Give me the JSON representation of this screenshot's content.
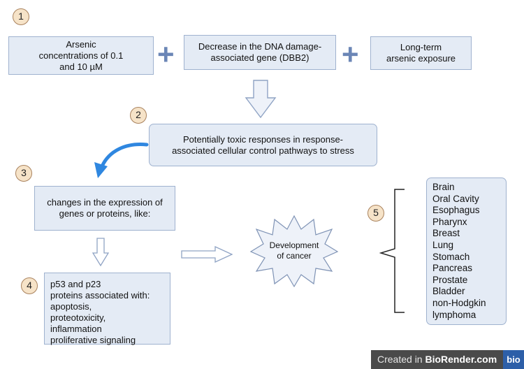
{
  "steps": [
    "1",
    "2",
    "3",
    "4",
    "5"
  ],
  "inputs": {
    "arsenic_conc": [
      "Arsenic",
      "concentrations of 0.1",
      "and 10 µM"
    ],
    "dbb2": [
      "Decrease in the DNA damage-",
      "associated gene (DBB2)"
    ],
    "long_term": [
      "Long-term",
      "arsenic exposure"
    ]
  },
  "plus_symbol": "+",
  "responses": [
    "Potentially toxic responses in response-",
    "associated cellular control pathways to stress"
  ],
  "changes": [
    "changes in the expression of",
    "genes or proteins, like:"
  ],
  "proteins": [
    "p53 and p23",
    "proteins associated with:",
    "apoptosis,",
    "proteotoxicity,",
    "inflammation",
    "proliferative signaling"
  ],
  "development": [
    "Development",
    "of cancer"
  ],
  "cancers": [
    "Brain",
    "Oral Cavity",
    "Esophagus",
    "Pharynx",
    "Breast",
    "Lung",
    "Stomach",
    "Pancreas",
    "Prostate",
    "Bladder",
    "non-Hodgkin",
    "lymphoma"
  ],
  "footer": {
    "prefix": "Created in ",
    "brand": "BioRender.com",
    "logo": "bio"
  },
  "colors": {
    "box_fill": "#e4ebf5",
    "box_border": "#9fb2cf",
    "plus": "#6b86b6",
    "curved_arrow": "#2f87e0",
    "step_badge": "#f6e3c8"
  }
}
